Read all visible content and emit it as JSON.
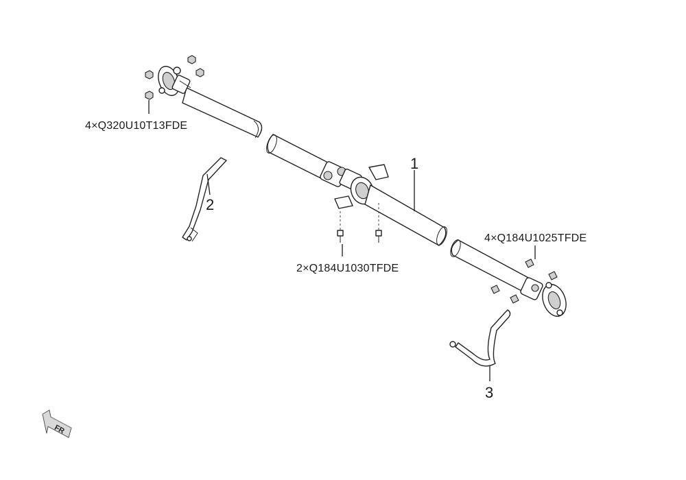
{
  "callouts": {
    "part_1": "1",
    "part_2": "2",
    "part_3": "3",
    "front_flange_nuts": "4×Q320U10T13FDE",
    "center_bearing_bolts": "2×Q184U1030TFDE",
    "rear_flange_bolts": "4×Q184U1025TFDE"
  },
  "direction_indicator": {
    "label": "FR",
    "icon": "front-direction-arrow-icon"
  },
  "colors": {
    "line": "#222222",
    "shade": "#cfcfcf",
    "background": "#ffffff"
  }
}
